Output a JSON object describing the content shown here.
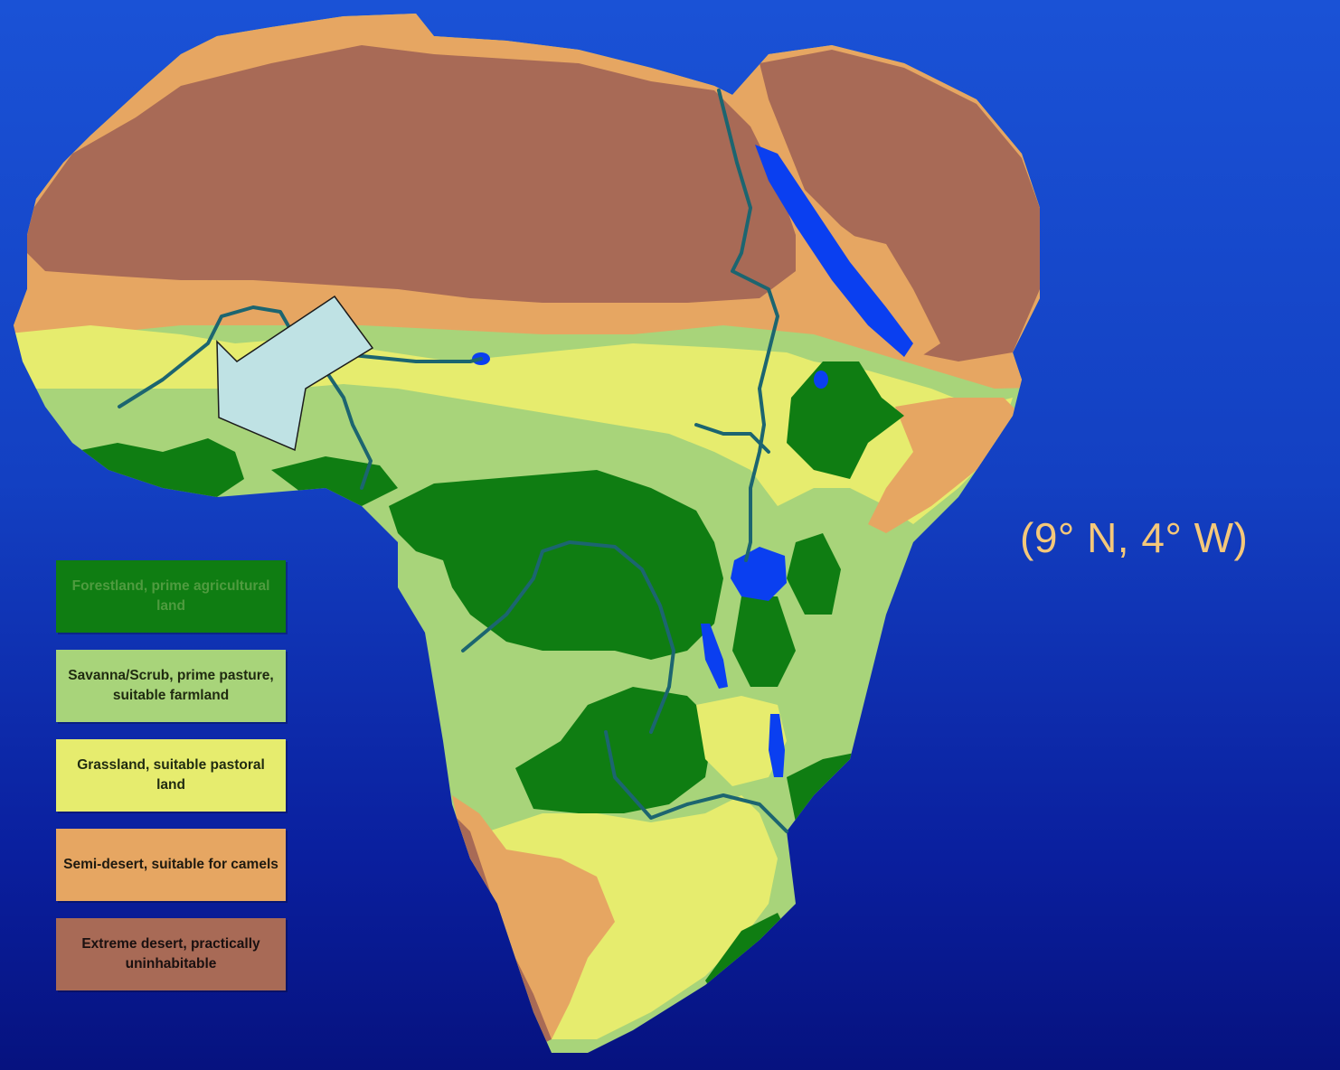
{
  "coordinate_label": "(9° N, 4° W)",
  "legend": [
    {
      "label": "Forestland, prime agricultural land",
      "color": "#0f7d12",
      "text_color": "#4f9b3f"
    },
    {
      "label": "Savanna/Scrub, prime pasture, suitable farmland",
      "color": "#a8d47a",
      "text_color": "#1f2a10"
    },
    {
      "label": "Grassland, suitable pastoral land",
      "color": "#e6ec6e",
      "text_color": "#1f2a10"
    },
    {
      "label": "Semi-desert, suitable for camels",
      "color": "#e6a662",
      "text_color": "#1f1a10"
    },
    {
      "label": "Extreme desert, practically uninhabitable",
      "color": "#a86a56",
      "text_color": "#1a1010"
    }
  ],
  "colors": {
    "ocean_top": "#1a52d6",
    "ocean_bottom": "#06127f",
    "forest": "#0f7d12",
    "savanna": "#a8d47a",
    "grassland": "#e6ec6e",
    "semi_desert": "#e6a662",
    "extreme_desert": "#a86a56",
    "river": "#1c6570",
    "lake": "#0a3ff0",
    "arrow": "#bfe2e4"
  }
}
